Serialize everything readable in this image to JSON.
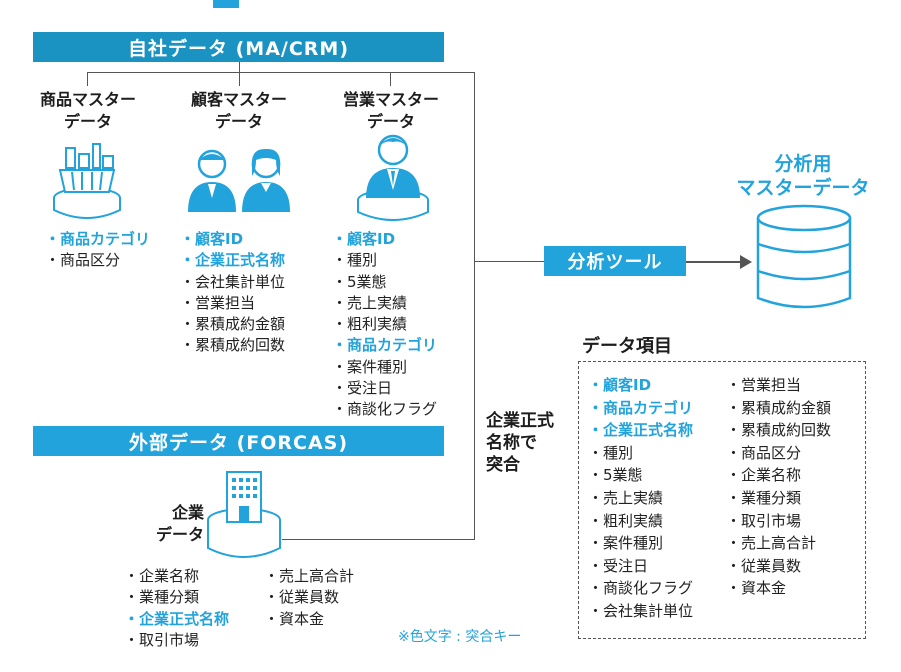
{
  "colors": {
    "accent": "#23a3dc",
    "banner_dark": "#1a92c2",
    "line": "#555555"
  },
  "in_house": {
    "banner": "自社データ (MA/CRM)",
    "product_master": {
      "title_line1": "商品マスター",
      "title_line2": "データ",
      "items": [
        {
          "text": "商品カテゴリ",
          "key": true
        },
        {
          "text": "商品区分",
          "key": false
        }
      ]
    },
    "customer_master": {
      "title_line1": "顧客マスター",
      "title_line2": "データ",
      "items": [
        {
          "text": "顧客ID",
          "key": true
        },
        {
          "text": "企業正式名称",
          "key": true
        },
        {
          "text": "会社集計単位",
          "key": false
        },
        {
          "text": "営業担当",
          "key": false
        },
        {
          "text": "累積成約金額",
          "key": false
        },
        {
          "text": "累積成約回数",
          "key": false
        }
      ]
    },
    "sales_master": {
      "title_line1": "営業マスター",
      "title_line2": "データ",
      "items": [
        {
          "text": "顧客ID",
          "key": true
        },
        {
          "text": "種別",
          "key": false
        },
        {
          "text": "5業態",
          "key": false
        },
        {
          "text": "売上実績",
          "key": false
        },
        {
          "text": "粗利実績",
          "key": false
        },
        {
          "text": "商品カテゴリ",
          "key": true
        },
        {
          "text": "案件種別",
          "key": false
        },
        {
          "text": "受注日",
          "key": false
        },
        {
          "text": "商談化フラグ",
          "key": false
        }
      ]
    }
  },
  "external": {
    "banner": "外部データ (FORCAS)",
    "company": {
      "title_line1": "企業",
      "title_line2": "データ",
      "items_col1": [
        {
          "text": "企業名称",
          "key": false
        },
        {
          "text": "業種分類",
          "key": false
        },
        {
          "text": "企業正式名称",
          "key": true
        },
        {
          "text": "取引市場",
          "key": false
        }
      ],
      "items_col2": [
        {
          "text": "売上高合計",
          "key": false
        },
        {
          "text": "従業員数",
          "key": false
        },
        {
          "text": "資本金",
          "key": false
        }
      ]
    }
  },
  "merge_label": [
    "企業正式",
    "名称で",
    "突合"
  ],
  "tool_label": "分析ツール",
  "output": {
    "title_line1": "分析用",
    "title_line2": "マスターデータ"
  },
  "data_items": {
    "heading": "データ項目",
    "col1": [
      {
        "text": "顧客ID",
        "key": true
      },
      {
        "text": "商品カテゴリ",
        "key": true
      },
      {
        "text": "企業正式名称",
        "key": true
      },
      {
        "text": "種別",
        "key": false
      },
      {
        "text": "5業態",
        "key": false
      },
      {
        "text": "売上実績",
        "key": false
      },
      {
        "text": "粗利実績",
        "key": false
      },
      {
        "text": "案件種別",
        "key": false
      },
      {
        "text": "受注日",
        "key": false
      },
      {
        "text": "商談化フラグ",
        "key": false
      },
      {
        "text": "会社集計単位",
        "key": false
      }
    ],
    "col2": [
      {
        "text": "営業担当",
        "key": false
      },
      {
        "text": "累積成約金額",
        "key": false
      },
      {
        "text": "累積成約回数",
        "key": false
      },
      {
        "text": "商品区分",
        "key": false
      },
      {
        "text": "企業名称",
        "key": false
      },
      {
        "text": "業種分類",
        "key": false
      },
      {
        "text": "取引市場",
        "key": false
      },
      {
        "text": "売上高合計",
        "key": false
      },
      {
        "text": "従業員数",
        "key": false
      },
      {
        "text": "資本金",
        "key": false
      }
    ]
  },
  "footnote": "※色文字 : 突合キー"
}
